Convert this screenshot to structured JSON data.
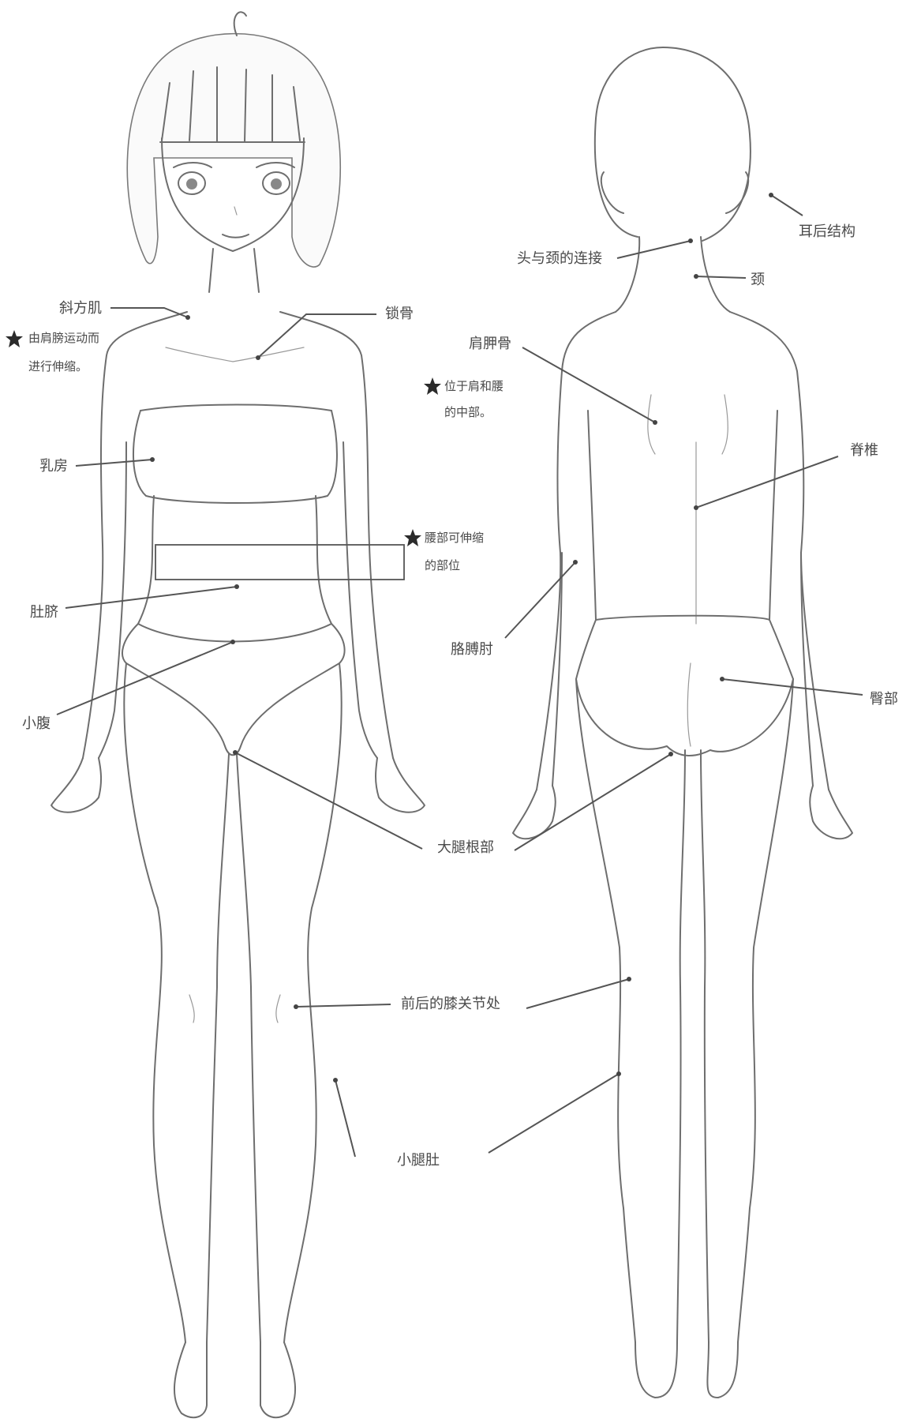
{
  "labels": {
    "trapezius": "斜方肌",
    "clavicle": "锁骨",
    "breast": "乳房",
    "navel": "肚脐",
    "lower_abdomen": "小腹",
    "thigh_root": "大腿根部",
    "knee": "前后的膝关节处",
    "calf": "小腿肚",
    "ear_back": "耳后结构",
    "head_neck": "头与颈的连接",
    "neck": "颈",
    "scapula": "肩胛骨",
    "spine": "脊椎",
    "elbow": "胳膊肘",
    "buttocks": "臀部"
  },
  "notes": {
    "shoulder_note_line1": "由肩膀运动而",
    "shoulder_note_line2": "进行伸缩。",
    "mid_note_line1": "位于肩和腰",
    "mid_note_line2": "的中部。",
    "waist_note_line1": "腰部可伸缩",
    "waist_note_line2": "的部位"
  }
}
